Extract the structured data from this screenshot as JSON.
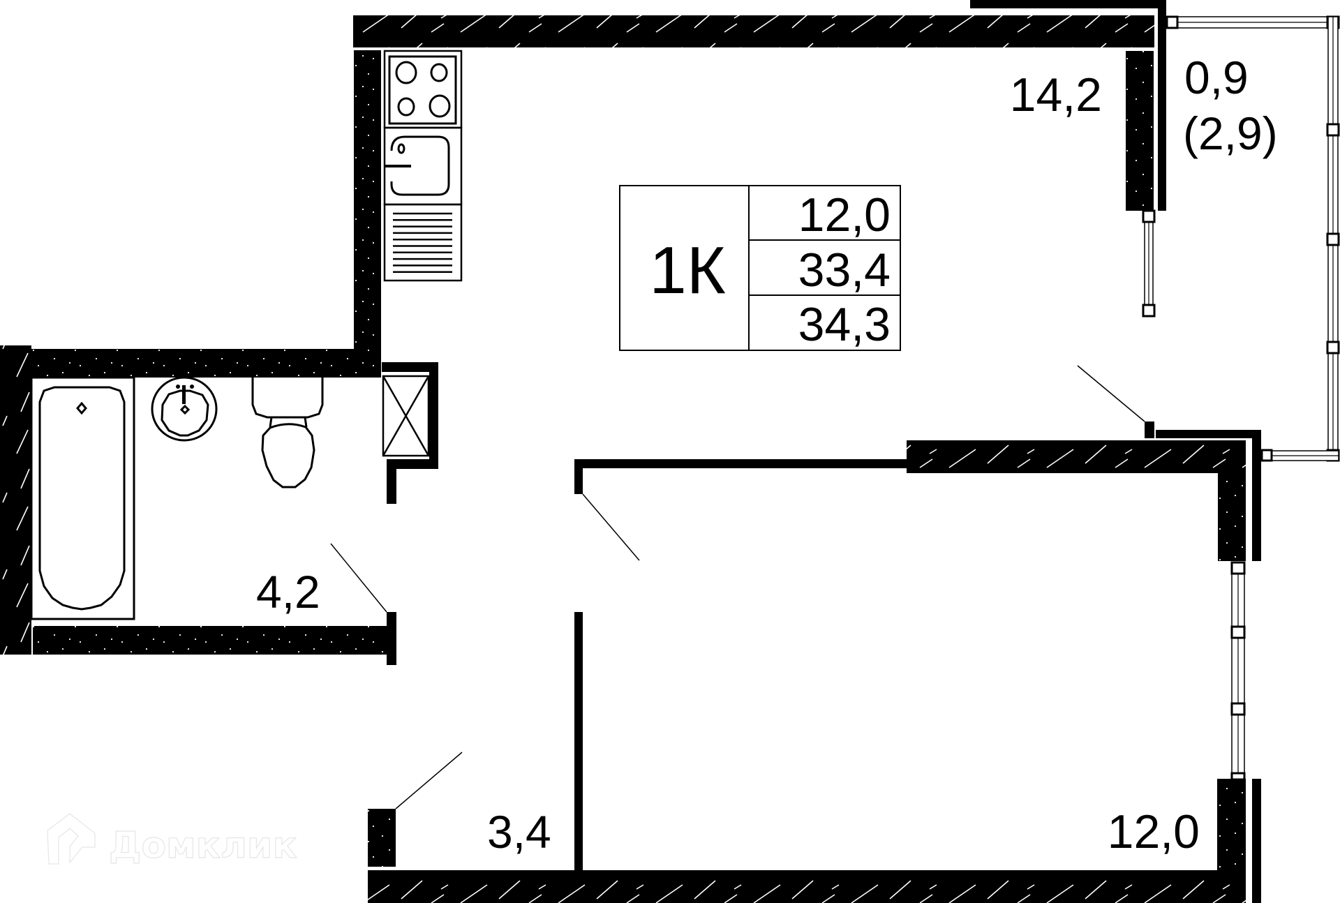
{
  "plan": {
    "title": "Floor plan",
    "apartment_type": "1К",
    "summary": {
      "living_area": "12,0",
      "total_area": "33,4",
      "total_area_with_balcony": "34,3"
    },
    "rooms": [
      {
        "name": "kitchen-living",
        "area": "14,2"
      },
      {
        "name": "balcony",
        "area": "0,9",
        "area_full": "(2,9)"
      },
      {
        "name": "bathroom",
        "area": "4,2"
      },
      {
        "name": "hallway",
        "area": "3,4"
      },
      {
        "name": "bedroom",
        "area": "12,0"
      }
    ],
    "watermark": "Домклик"
  },
  "colors": {
    "wall": "#000000",
    "background": "#ffffff",
    "watermark_outline": "#e6e6e6"
  }
}
